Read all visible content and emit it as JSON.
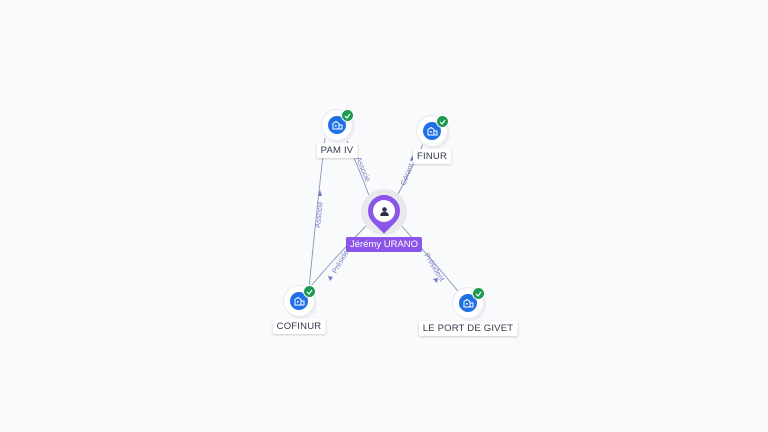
{
  "person": {
    "name": "Jérémy URANO",
    "icon": "person-icon"
  },
  "companies": {
    "pam": {
      "name": "PAM IV",
      "icon": "building-icon",
      "verified": true
    },
    "finur": {
      "name": "FINUR",
      "icon": "building-icon",
      "verified": true
    },
    "cofinur": {
      "name": "COFINUR",
      "icon": "building-icon",
      "verified": true
    },
    "port": {
      "name": "LE PORT DE GIVET",
      "icon": "building-icon",
      "verified": true
    }
  },
  "relations": {
    "person_pam": "Associé",
    "person_finur": "Gérant",
    "person_cofinur": "Président",
    "person_port": "Président",
    "cofinur_pam": "Associé"
  },
  "colors": {
    "person": "#8a55e8",
    "company": "#1f6fe5",
    "verified": "#1e9a52",
    "edge": "#8a93b8",
    "edge_label": "#7a82c4"
  }
}
